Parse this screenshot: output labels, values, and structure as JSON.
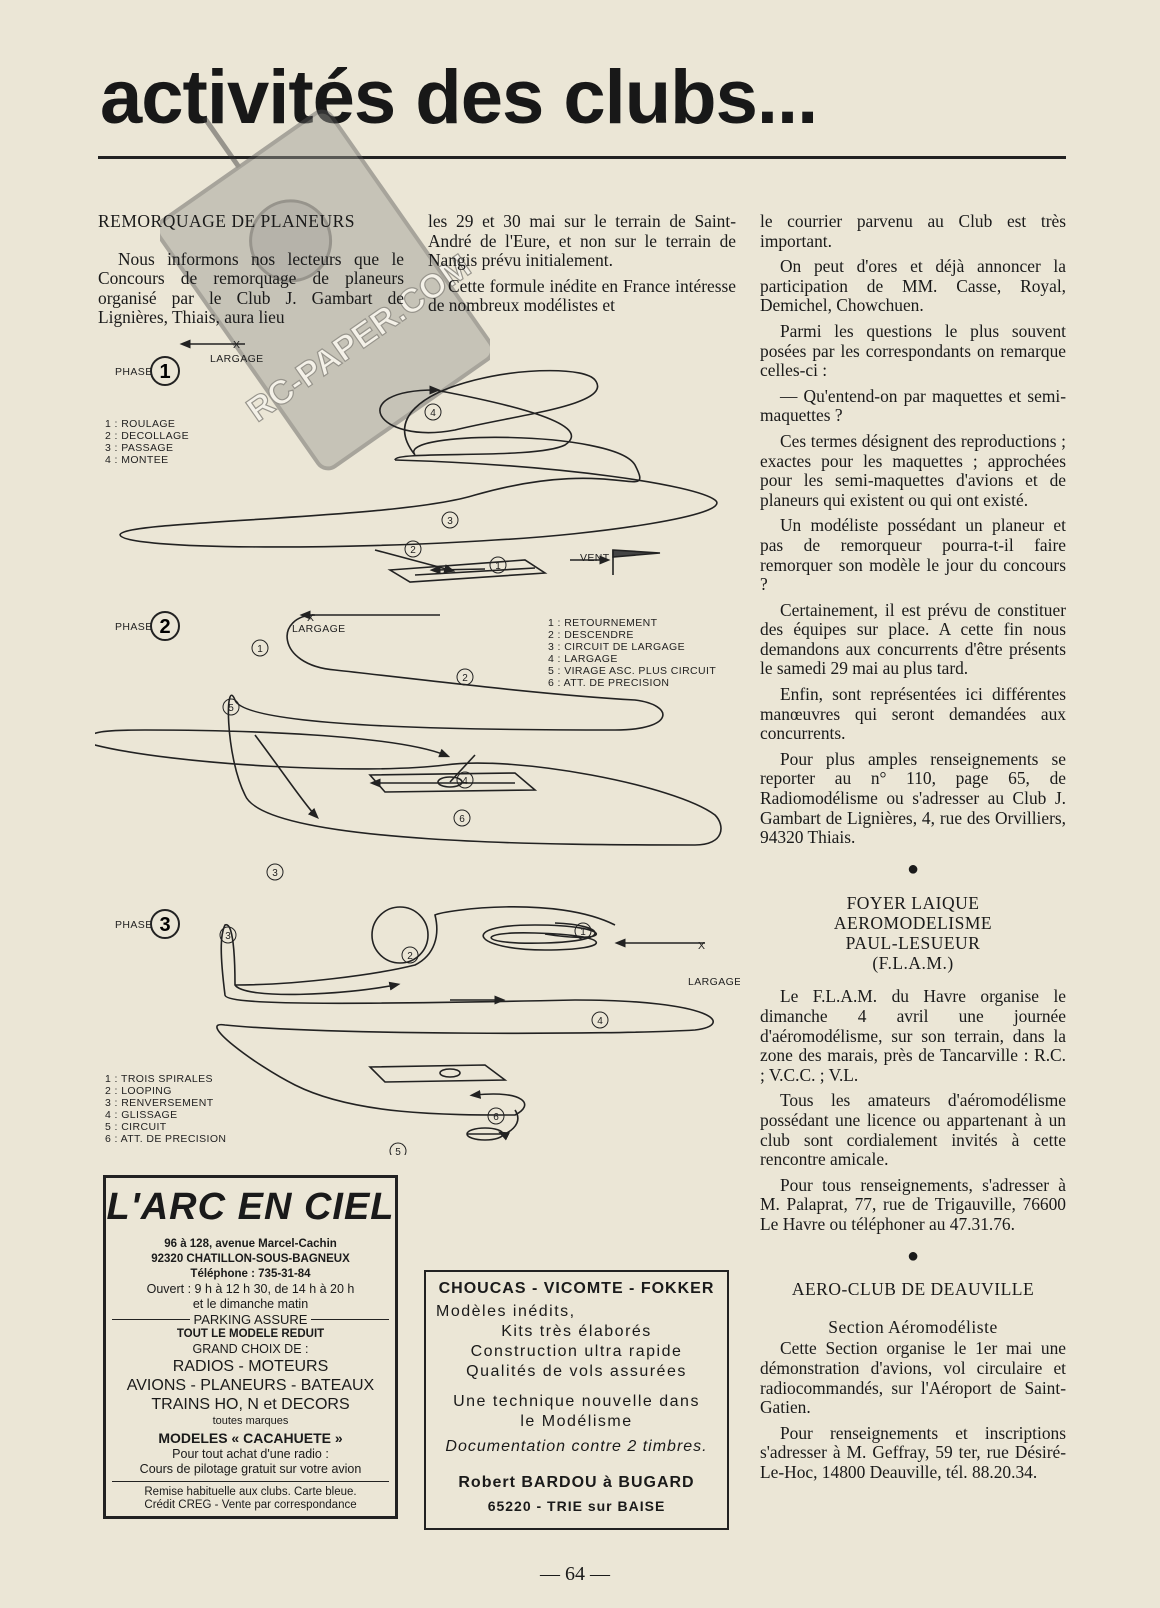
{
  "title": "activités des clubs...",
  "watermark": "RC-PAPER.COM",
  "col1": {
    "heading": "REMORQUAGE DE PLANEURS",
    "p1": "Nous informons nos lecteurs que le Concours de remorquage de planeurs organisé par le Club J. Gambart de Lignières, Thiais, aura lieu"
  },
  "col2": {
    "p1": "les 29 et 30 mai sur le terrain de Saint-André de l'Eure, et non sur le terrain de Nangis prévu initialement.",
    "p2": "Cette formule inédite en France intéresse de nombreux modélistes et"
  },
  "col3": {
    "p1": "le courrier parvenu au Club est très important.",
    "p2": "On peut d'ores et déjà annoncer la participation de MM. Casse, Royal, Demichel, Chowchuen.",
    "p3": "Parmi les questions le plus souvent posées par les correspondants on remarque celles-ci :",
    "p4": "— Qu'entend-on par maquettes et semi-maquettes ?",
    "p5": "Ces termes désignent des reproductions ; exactes pour les maquettes ; approchées pour les semi-maquettes d'avions et de planeurs qui existent ou qui ont existé.",
    "p6": "Un modéliste possédant un planeur et pas de remorqueur pourra-t-il faire remorquer son modèle le jour du concours ?",
    "p7": "Certainement, il est prévu de constituer des équipes sur place. A cette fin nous demandons aux concurrents d'être présents le samedi 29 mai au plus tard.",
    "p8": "Enfin, sont représentées ici différentes manœuvres qui seront demandées aux concurrents.",
    "p9": "Pour plus amples renseignements se reporter au n° 110, page 65, de Radiomodélisme ou s'adresser au Club J. Gambart de Lignières, 4, rue des Orvilliers, 94320 Thiais.",
    "bullet": "●",
    "flam_heading": [
      "FOYER LAIQUE",
      "AEROMODELISME",
      "PAUL-LESUEUR",
      "(F.L.A.M.)"
    ],
    "f1": "Le F.L.A.M. du Havre organise le dimanche 4 avril une journée d'aéromodélisme, sur son terrain, dans la zone des marais, près de Tancarville : R.C. ; V.C.C. ; V.L.",
    "f2": "Tous les amateurs d'aéromodélisme possédant une licence ou appartenant à un club sont cordialement invités à cette rencontre amicale.",
    "f3": "Pour tous renseignements, s'adresser à M. Palaprat, 77, rue de Trigauville, 76600 Le Havre ou téléphoner au 47.31.76.",
    "deauville_heading": "AERO-CLUB DE DEAUVILLE",
    "section": "Section Aéromodéliste",
    "d1": "Cette Section organise le 1er mai une démonstration d'avions, vol circulaire et radiocommandés, sur l'Aéroport de Saint-Gatien.",
    "d2": "Pour renseignements et inscriptions s'adresser à M. Geffray, 59 ter, rue Désiré-Le-Hoc, 14800 Deauville, tél. 88.20.34."
  },
  "diagram": {
    "phase_label": "PHASE",
    "phase1": {
      "num": "1",
      "largage": "LARGAGE",
      "vent": "VENT",
      "x": "X",
      "legend": [
        "1 : ROULAGE",
        "2 : DECOLLAGE",
        "3 : PASSAGE",
        "4 : MONTEE"
      ]
    },
    "phase2": {
      "num": "2",
      "largage": "LARGAGE",
      "x": "X",
      "legend": [
        "1 : RETOURNEMENT",
        "2 : DESCENDRE",
        "3 : CIRCUIT DE LARGAGE",
        "4 : LARGAGE",
        "5 : VIRAGE ASC. PLUS CIRCUIT",
        "6 : ATT. DE PRECISION"
      ]
    },
    "phase3": {
      "num": "3",
      "largage": "LARGAGE",
      "x": "X",
      "legend": [
        "1 : TROIS SPIRALES",
        "2 : LOOPING",
        "3 : RENVERSEMENT",
        "4 : GLISSAGE",
        "5 : CIRCUIT",
        "6 : ATT. DE PRECISION"
      ]
    },
    "markers": [
      "1",
      "2",
      "3",
      "4",
      "5",
      "6"
    ]
  },
  "ad1": {
    "brand": "L'ARC EN CIEL",
    "address1": "96 à 128, avenue Marcel-Cachin",
    "address2": "92320 CHATILLON-SOUS-BAGNEUX",
    "phone": "Téléphone : 735-31-84",
    "hours1": "Ouvert : 9 h à 12 h 30, de 14 h à 20 h",
    "hours2": "et le dimanche matin",
    "parking": "PARKING ASSURE",
    "tout": "TOUT LE MODELE REDUIT",
    "choix": "GRAND CHOIX DE :",
    "radios": "RADIOS - MOTEURS",
    "avions": "AVIONS - PLANEURS - BATEAUX",
    "trains": "TRAINS HO, N et DECORS",
    "marques": "toutes marques",
    "cacahuete": "MODELES « CACAHUETE »",
    "achat": "Pour tout achat d'une radio :",
    "cours": "Cours de pilotage gratuit sur votre avion",
    "remise": "Remise habituelle aux clubs. Carte bleue.",
    "credit": "Crédit CREG - Vente par correspondance"
  },
  "ad2": {
    "title": "CHOUCAS - VICOMTE - FOKKER",
    "l1": "Modèles inédits,",
    "l2": "Kits très élaborés",
    "l3": "Construction ultra rapide",
    "l4": "Qualités de vols assurées",
    "l5": "Une technique nouvelle dans",
    "l6": "le Modélisme",
    "doc": "Documentation contre 2 timbres.",
    "name": "Robert BARDOU à BUGARD",
    "city": "65220 - TRIE sur BAISE"
  },
  "page_number": "— 64 —"
}
